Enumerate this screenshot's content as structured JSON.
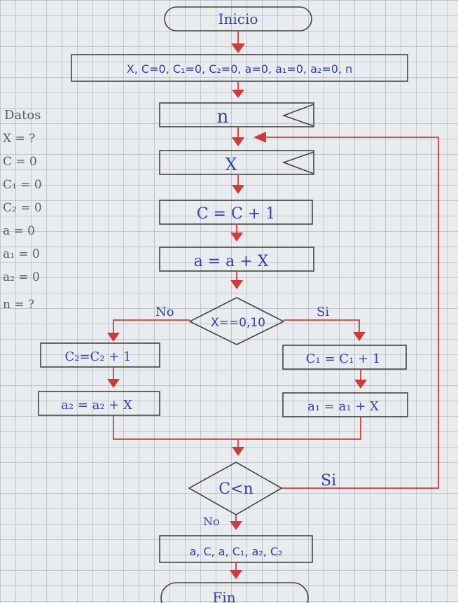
{
  "start": "Inicio",
  "init": "X, C=0, C₁=0, C₂=0, a=0, a₁=0, a₂=0, n",
  "input_n": "n",
  "input_x": "X",
  "step_c": "C = C + 1",
  "step_a": "a = a + X",
  "decision1": "X==0,10",
  "decision1_no": "No",
  "decision1_yes": "Si",
  "left_1": "C₂=C₂ + 1",
  "left_2": "a₂ = a₂ + X",
  "right_1": "C₁ = C₁ + 1",
  "right_2": "a₁ = a₁ + X",
  "decision2": "C<n",
  "decision2_yes": "Si",
  "decision2_no": "No",
  "output": "a, C, a, C₁, a₂, C₂",
  "end": "Fin",
  "datos": {
    "title": "Datos",
    "items": [
      "X = ?",
      "C = 0",
      "C₁ = 0",
      "C₂ = 0",
      "a = 0",
      "a₁ = 0",
      "a₂ = 0",
      "n = ?"
    ]
  },
  "colors": {
    "ink": "#3340a8",
    "arrow": "#d23a3a",
    "line": "#444444",
    "paper": "#e9ecef"
  }
}
